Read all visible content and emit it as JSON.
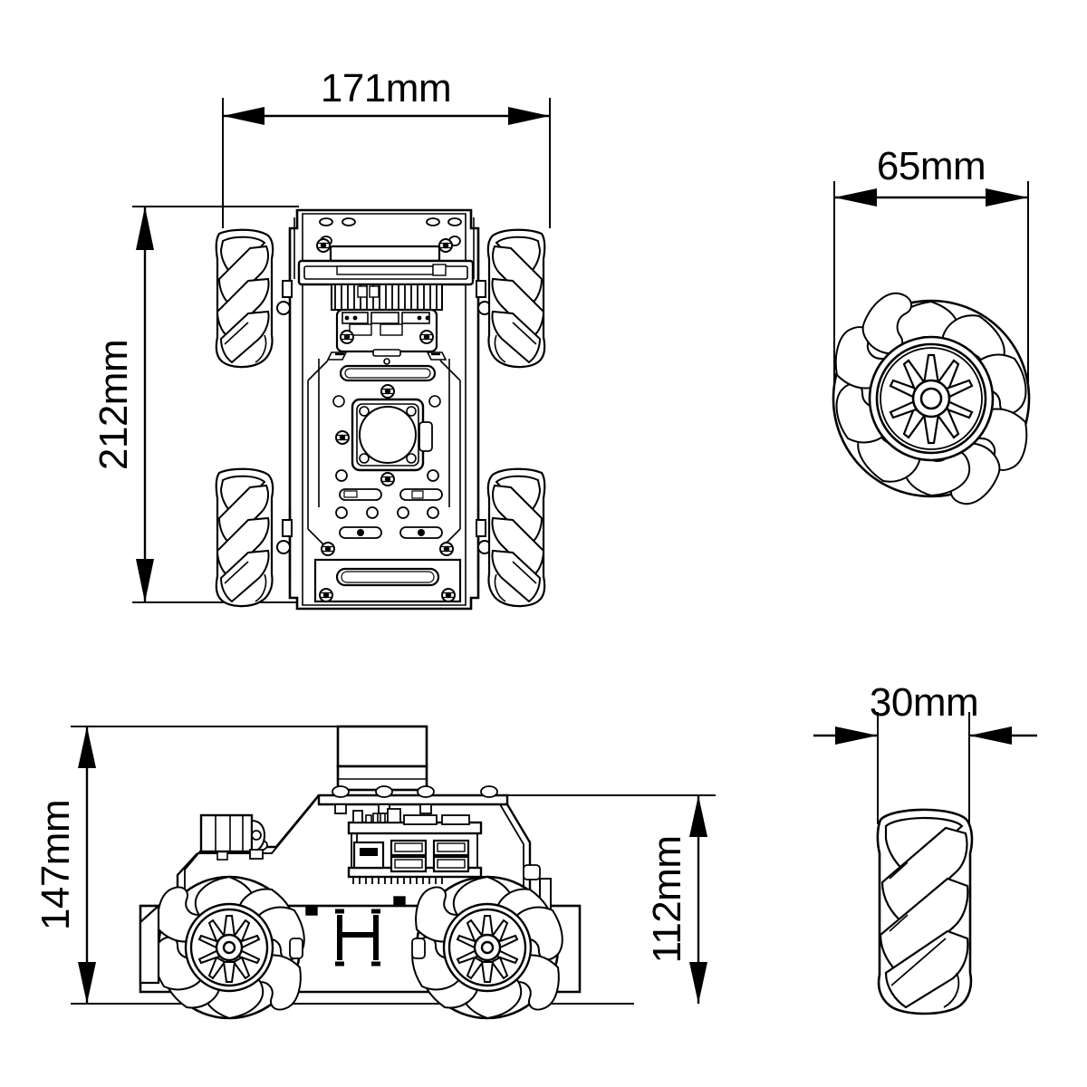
{
  "drawing": {
    "title": "Mecanum Wheel Robot Chassis Dimensional Drawing",
    "background_color": "#ffffff",
    "line_color": "#000000",
    "units": "mm"
  },
  "dimensions": {
    "top_view_width": {
      "label": "171mm",
      "value": 171,
      "orientation": "horizontal",
      "arrow_style": "inward",
      "view": "top-view"
    },
    "top_view_length": {
      "label": "212mm",
      "value": 212,
      "orientation": "vertical",
      "arrow_style": "inward",
      "view": "top-view"
    },
    "wheel_diameter": {
      "label": "65mm",
      "value": 65,
      "orientation": "horizontal",
      "arrow_style": "inward",
      "view": "wheel-face-view"
    },
    "side_view_total_height": {
      "label": "147mm",
      "value": 147,
      "orientation": "vertical",
      "arrow_style": "inward",
      "view": "side-view"
    },
    "side_view_body_height": {
      "label": "112mm",
      "value": 112,
      "orientation": "vertical",
      "arrow_style": "inward",
      "view": "side-view"
    },
    "wheel_width": {
      "label": "30mm",
      "value": 30,
      "orientation": "horizontal",
      "arrow_style": "outward",
      "view": "wheel-edge-view"
    }
  },
  "views": [
    {
      "name": "top-view",
      "description": "Top plan view of robot chassis with four mecanum wheels",
      "position": "top-left"
    },
    {
      "name": "wheel-face-view",
      "description": "Mecanum wheel viewed face-on showing 10-spoke hub and rollers",
      "position": "top-right"
    },
    {
      "name": "side-view",
      "description": "Side elevation with lidar, camera module, Raspberry Pi stack and wheels",
      "position": "bottom-left"
    },
    {
      "name": "wheel-edge-view",
      "description": "Mecanum wheel viewed edge-on showing diagonal roller arrangement",
      "position": "bottom-right"
    }
  ],
  "components": {
    "lidar": "lidar-module",
    "camera": "camera-module",
    "single_board_computer": "raspberry-pi",
    "heatsink": "heatsink-fins",
    "wheels": "mecanum-wheel",
    "chassis_plate": "chassis-plate"
  }
}
